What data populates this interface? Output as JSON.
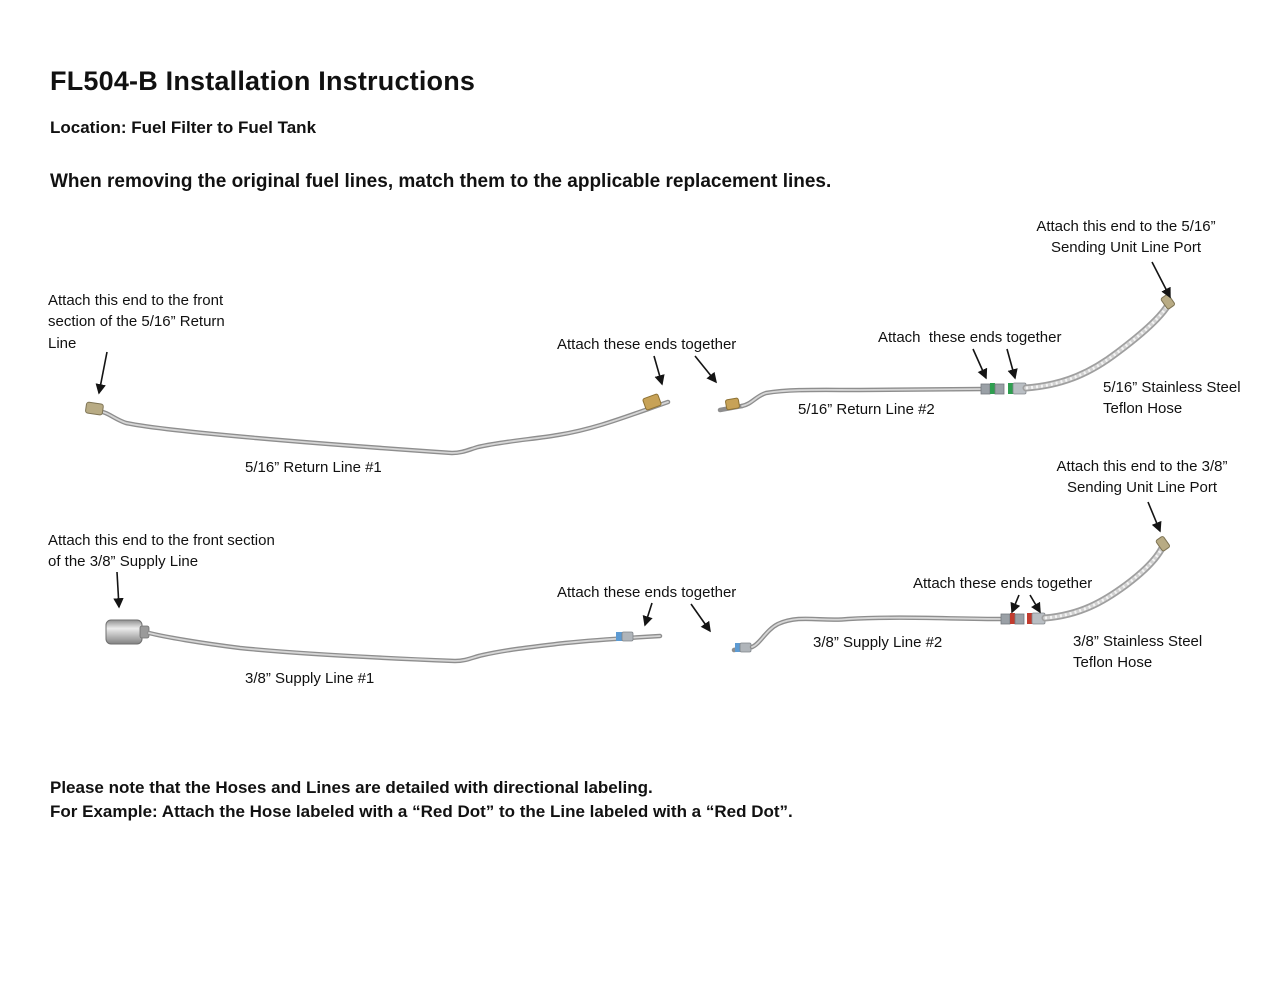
{
  "header": {
    "title": "FL504-B Installation Instructions",
    "location": "Location: Fuel Filter to Fuel Tank",
    "intro": "When removing the original fuel lines, match them to the applicable replacement lines."
  },
  "return_section": {
    "sending_unit_label": "Attach this end to the 5/16” Sending Unit Line Port",
    "front_section_label": "Attach this end to the front section of the 5/16” Return Line",
    "attach_mid_label": "Attach these ends together",
    "attach_right_label": "Attach  these ends together",
    "line2_label": "5/16” Return Line #2",
    "hose_label": "5/16” Stainless Steel Teflon Hose",
    "line1_label": "5/16” Return Line #1"
  },
  "supply_section": {
    "sending_unit_label": "Attach this end to the 3/8” Sending Unit Line Port",
    "front_section_label": "Attach this end to the front section of the 3/8” Supply Line",
    "attach_mid_label": "Attach these ends together",
    "attach_right_label": "Attach these ends together",
    "line2_label": "3/8” Supply Line #2",
    "hose_label": "3/8” Stainless Steel Teflon Hose",
    "line1_label": "3/8” Supply Line #1"
  },
  "notes": {
    "line1": "Please note that the Hoses and Lines are detailed with directional labeling.",
    "line2": "For Example: Attach the Hose labeled with a “Red Dot” to the Line labeled with a “Red Dot”."
  },
  "colors": {
    "line_gray": "#8e8e8e",
    "brass": "#c7a257",
    "green_marker": "#2e9e4f",
    "red_marker": "#c23b2e",
    "blue_marker": "#5d9bd3"
  }
}
